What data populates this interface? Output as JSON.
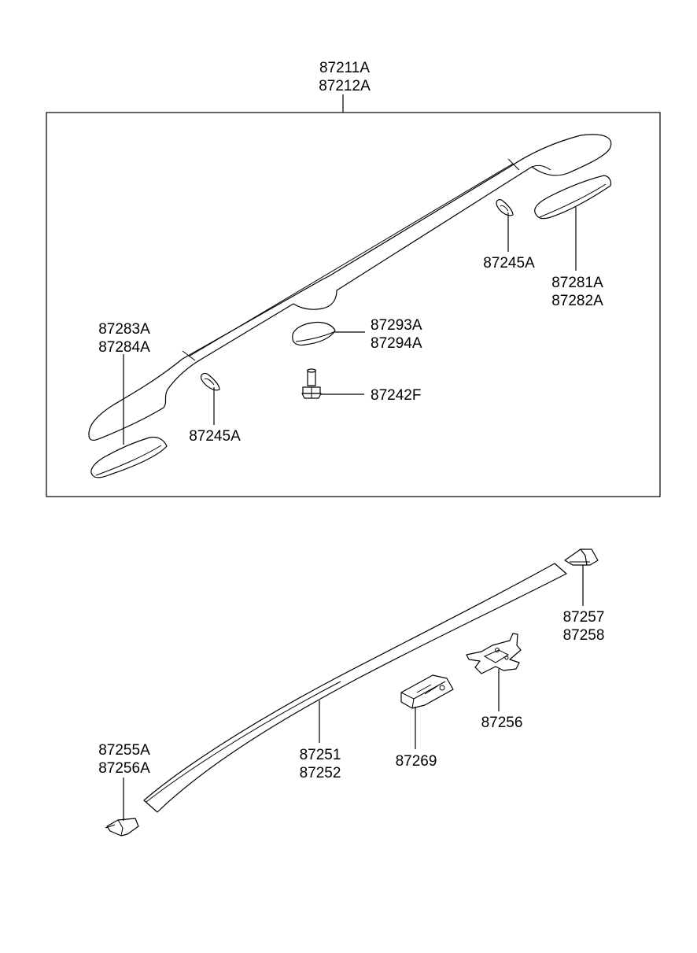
{
  "labels": {
    "rack_top": "87211A",
    "rack_bottom": "87212A",
    "front_cover_1": "87283A",
    "front_cover_2": "87284A",
    "rear_cover_1": "87281A",
    "rear_cover_2": "87282A",
    "seal_rear": "87245A",
    "seal_front": "87245A",
    "pad_1": "87293A",
    "pad_2": "87294A",
    "bolt": "87242F",
    "rail_1": "87251",
    "rail_2": "87252",
    "end_rear_1": "87257",
    "end_rear_2": "87258",
    "clip_large": "87256",
    "clip_small": "87269",
    "end_front_1": "87255A",
    "end_front_2": "87256A"
  }
}
